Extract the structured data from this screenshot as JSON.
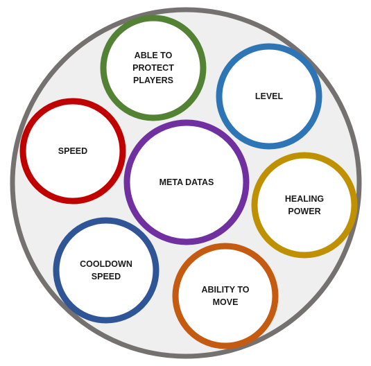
{
  "diagram": {
    "outer_ring_color": "#757171",
    "outer_fill_color": "#efefef",
    "center": {
      "label": [
        "META DATAS"
      ],
      "color": "#7030a0"
    },
    "nodes": [
      {
        "id": "protect",
        "label": [
          "ABLE TO",
          "PROTECT",
          "PLAYERS"
        ],
        "color": "#548235"
      },
      {
        "id": "level",
        "label": [
          "LEVEL"
        ],
        "color": "#2e75b6"
      },
      {
        "id": "speed",
        "label": [
          "SPEED"
        ],
        "color": "#c00000"
      },
      {
        "id": "healing",
        "label": [
          "HEALING",
          "POWER"
        ],
        "color": "#bf9000"
      },
      {
        "id": "cooldown",
        "label": [
          "COOLDOWN",
          "SPEED"
        ],
        "color": "#2f5597"
      },
      {
        "id": "move",
        "label": [
          "ABILITY TO",
          "MOVE"
        ],
        "color": "#c55a11"
      }
    ]
  }
}
